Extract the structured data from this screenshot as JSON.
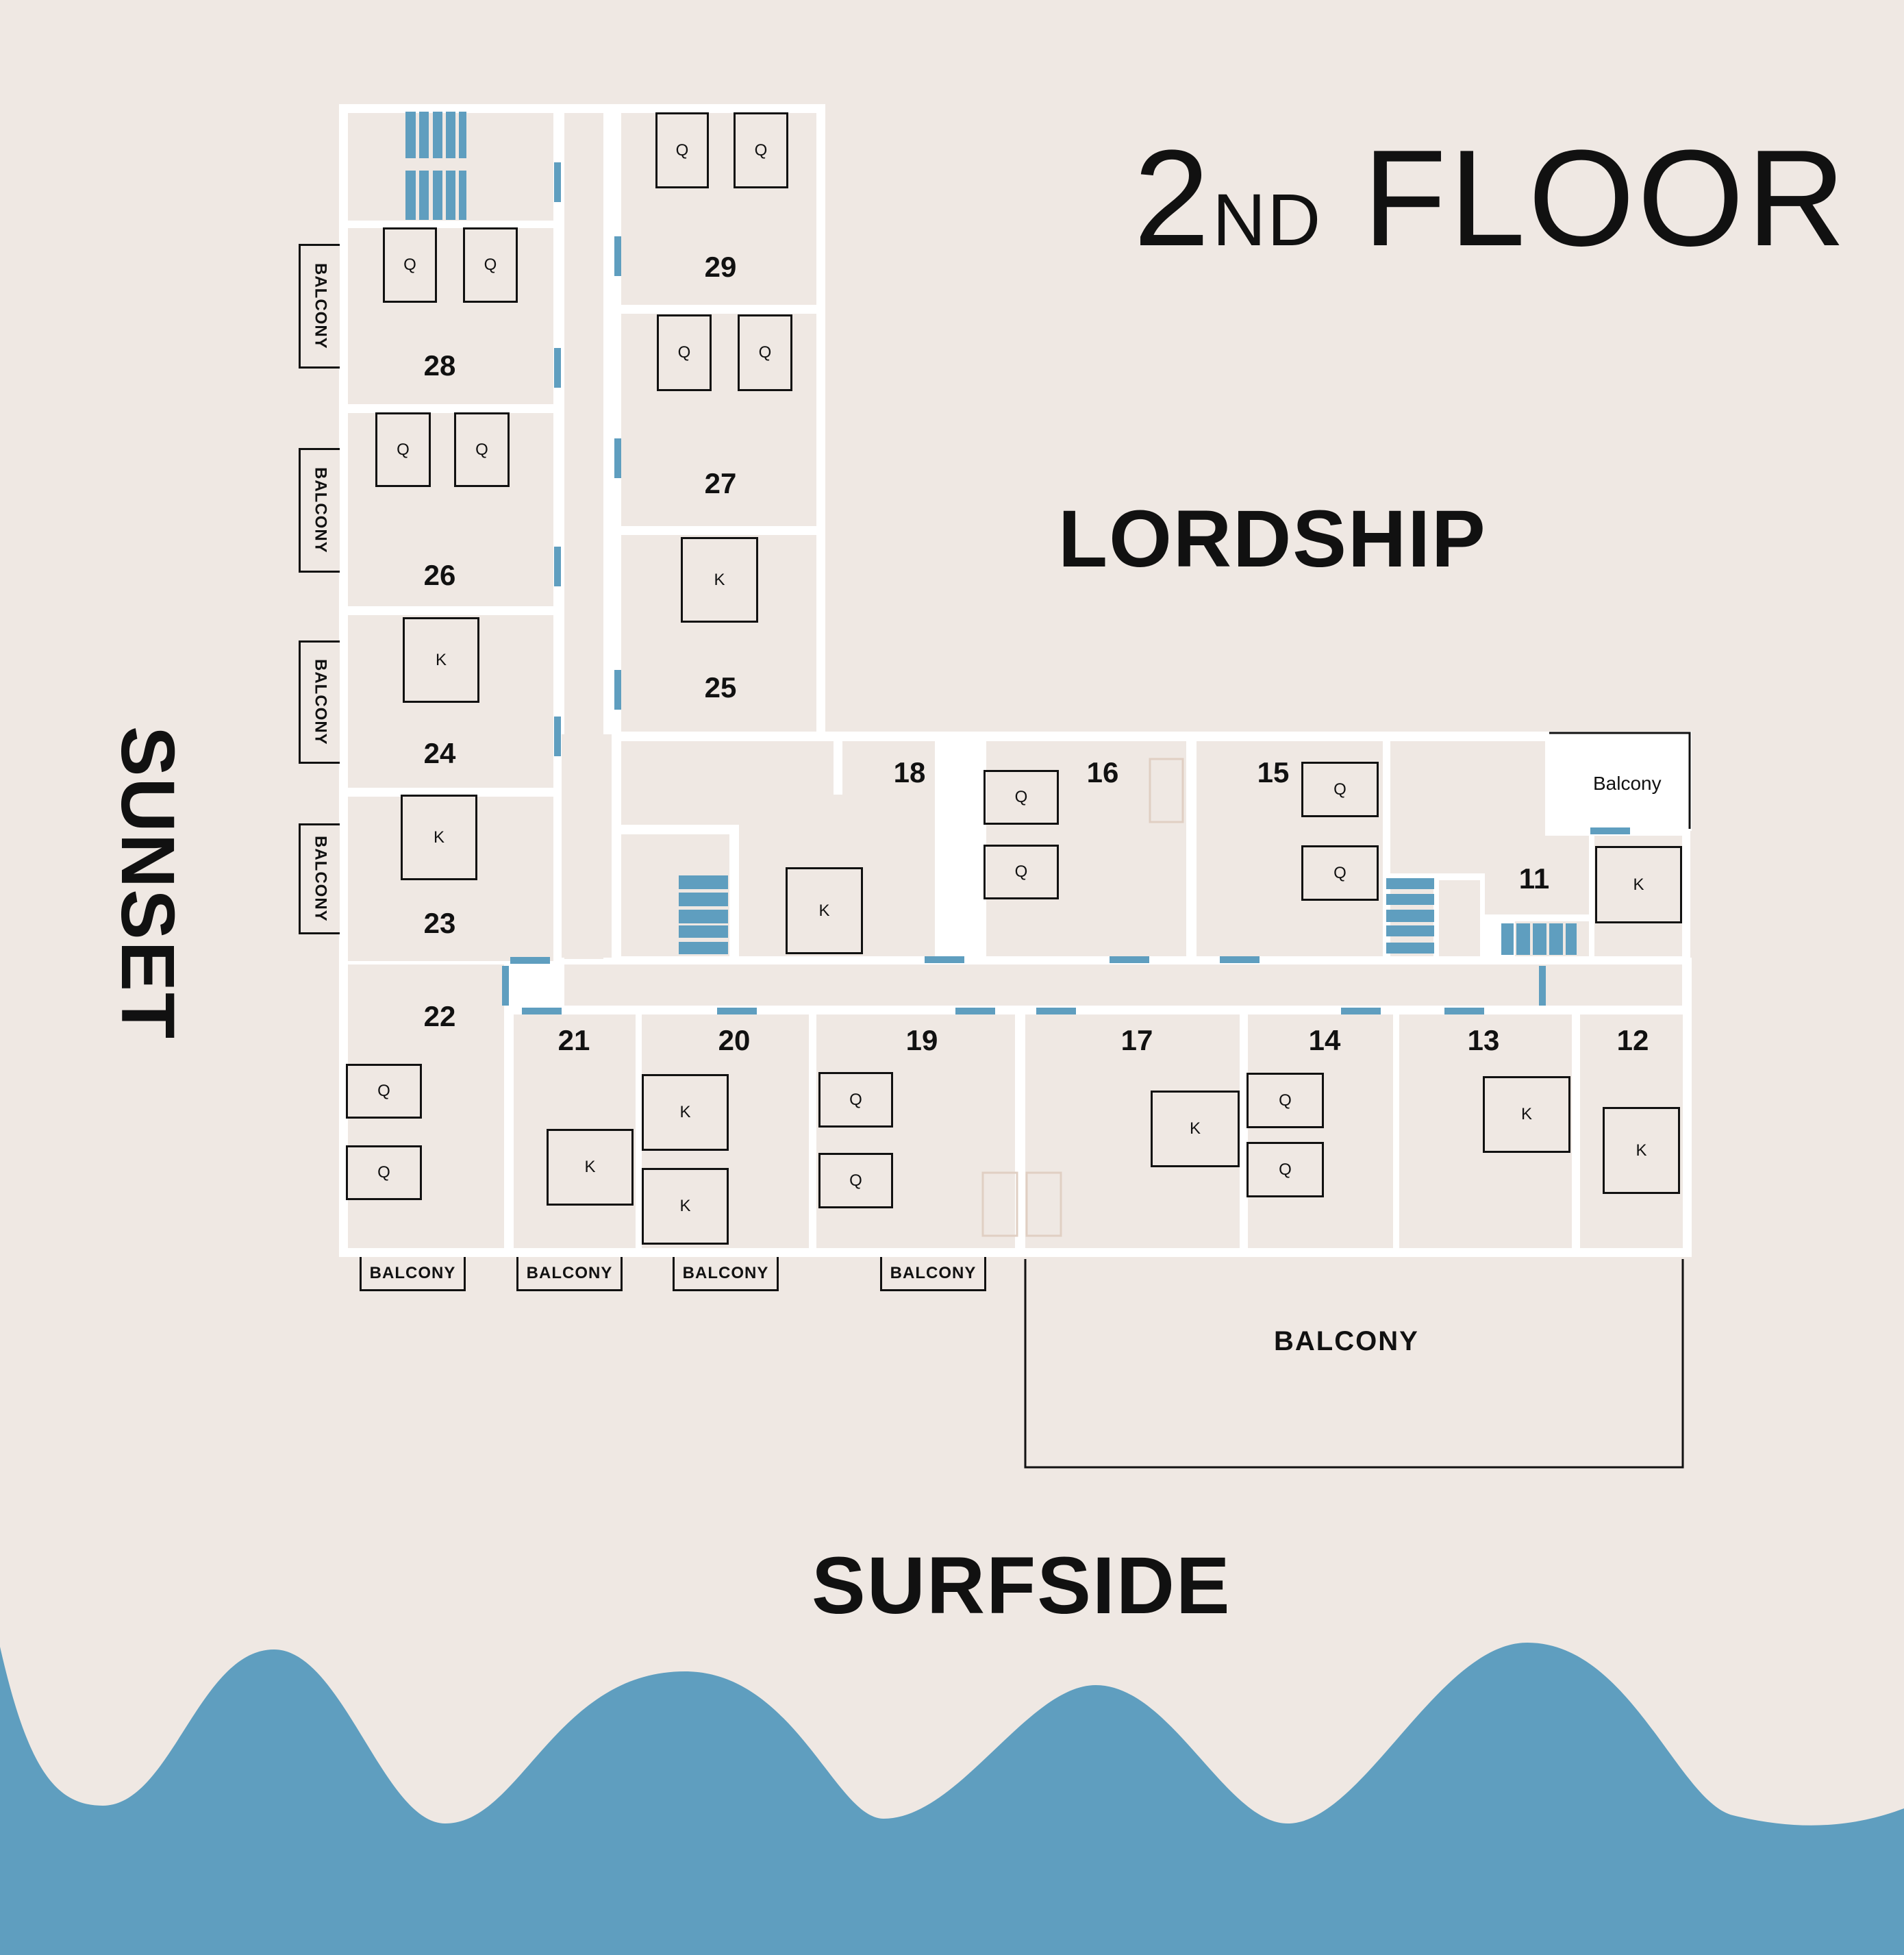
{
  "title": {
    "main_number": "2",
    "suffix": "ND",
    "word": "FLOOR"
  },
  "regions": {
    "north": "LORDSHIP",
    "west": "SUNSET",
    "south": "SURFSIDE"
  },
  "colors": {
    "background": "#efe8e3",
    "walls": "#ffffff",
    "room_fill": "#efe8e3",
    "accent_blue": "#5f9ebf",
    "ink": "#111111",
    "ghost": "#e4d6cc"
  },
  "legend": {
    "queen_bed": "Q",
    "king_bed": "K"
  },
  "rooms": [
    {
      "number": "29",
      "beds": [
        "Q",
        "Q"
      ]
    },
    {
      "number": "28",
      "beds": [
        "Q",
        "Q"
      ],
      "balcony": "BALCONY"
    },
    {
      "number": "27",
      "beds": [
        "Q",
        "Q"
      ]
    },
    {
      "number": "26",
      "beds": [
        "Q",
        "Q"
      ],
      "balcony": "BALCONY"
    },
    {
      "number": "25",
      "beds": [
        "K"
      ]
    },
    {
      "number": "24",
      "beds": [
        "K"
      ],
      "balcony": "BALCONY"
    },
    {
      "number": "23",
      "beds": [
        "K"
      ],
      "balcony": "BALCONY"
    },
    {
      "number": "22",
      "beds": [
        "Q",
        "Q"
      ],
      "balcony": "BALCONY"
    },
    {
      "number": "21",
      "beds": [
        "K"
      ],
      "balcony": "BALCONY"
    },
    {
      "number": "20",
      "beds": [
        "K",
        "K"
      ],
      "balcony": "BALCONY"
    },
    {
      "number": "19",
      "beds": [
        "Q",
        "Q"
      ],
      "balcony": "BALCONY"
    },
    {
      "number": "18",
      "beds": [
        "K"
      ]
    },
    {
      "number": "17",
      "beds": [
        "K"
      ]
    },
    {
      "number": "16",
      "beds": [
        "Q",
        "Q"
      ]
    },
    {
      "number": "15",
      "beds": [
        "Q",
        "Q"
      ]
    },
    {
      "number": "14",
      "beds": [
        "Q",
        "Q"
      ]
    },
    {
      "number": "13",
      "beds": [
        "K"
      ]
    },
    {
      "number": "12",
      "beds": [
        "K"
      ]
    },
    {
      "number": "11",
      "beds": [
        "K"
      ],
      "balcony": "Balcony"
    }
  ],
  "balconies": {
    "small_label": "BALCONY",
    "corner_label": "Balcony",
    "large_label": "BALCONY"
  }
}
